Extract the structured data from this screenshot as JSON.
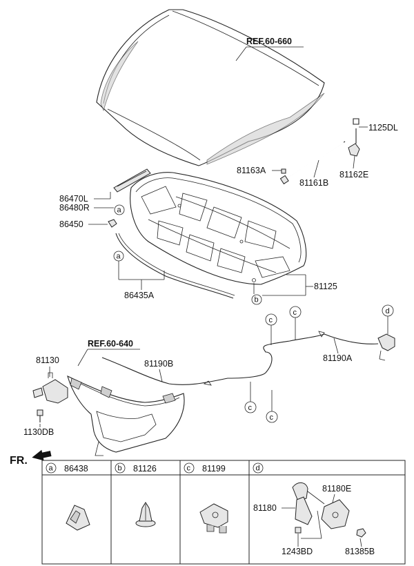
{
  "refs": {
    "hood": "REF.60-660",
    "panel": "REF.60-640"
  },
  "front_label": "FR.",
  "callouts": {
    "a": "a",
    "b": "b",
    "c": "c",
    "d": "d"
  },
  "parts": {
    "p1125DL": "1125DL",
    "p81163A": "81163A",
    "p81161B": "81161B",
    "p81162E": "81162E",
    "p86470L": "86470L",
    "p86480R": "86480R",
    "p86450": "86450",
    "p86435A": "86435A",
    "p81125": "81125",
    "p81130": "81130",
    "p81190B": "81190B",
    "p81190A": "81190A",
    "p1130DB": "1130DB"
  },
  "table": {
    "columns": [
      {
        "letter": "a",
        "part": "86438"
      },
      {
        "letter": "b",
        "part": "81126"
      },
      {
        "letter": "c",
        "part": "81199"
      },
      {
        "letter": "d",
        "part": ""
      }
    ],
    "detail_d": {
      "p81180E": "81180E",
      "p81180": "81180",
      "p1243BD": "1243BD",
      "p81385B": "81385B"
    }
  }
}
